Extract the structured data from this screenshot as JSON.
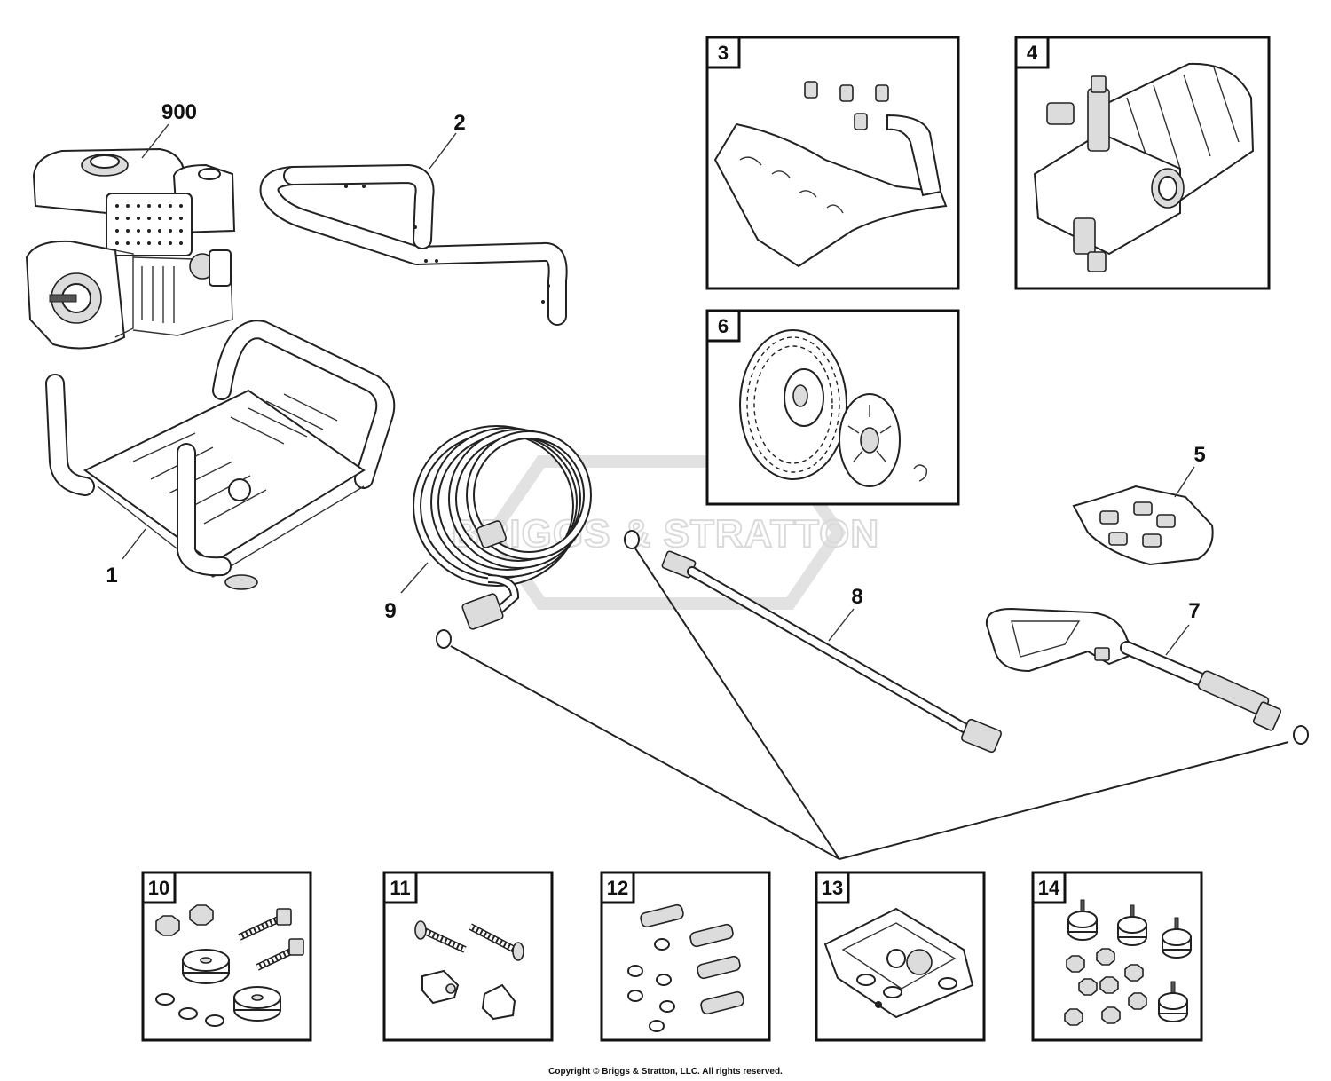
{
  "callouts": [
    {
      "id": "900",
      "label": "900"
    },
    {
      "id": "2",
      "label": "2"
    },
    {
      "id": "1",
      "label": "1"
    },
    {
      "id": "9",
      "label": "9"
    },
    {
      "id": "8",
      "label": "8"
    },
    {
      "id": "7",
      "label": "7"
    },
    {
      "id": "5",
      "label": "5"
    }
  ],
  "boxes": [
    {
      "id": "3",
      "label": "3",
      "part": "handle-bracket"
    },
    {
      "id": "4",
      "label": "4",
      "part": "pump"
    },
    {
      "id": "6",
      "label": "6",
      "part": "wheel"
    },
    {
      "id": "10",
      "label": "10",
      "part": "hardware-bag"
    },
    {
      "id": "11",
      "label": "11",
      "part": "hardware-bag"
    },
    {
      "id": "12",
      "label": "12",
      "part": "hardware-bag"
    },
    {
      "id": "13",
      "label": "13",
      "part": "manual-kit"
    },
    {
      "id": "14",
      "label": "14",
      "part": "hardware-bag"
    }
  ],
  "watermark": "BRIGGS & STRATTON",
  "copyright": "Copyright © Briggs & Stratton, LLC. All rights reserved."
}
